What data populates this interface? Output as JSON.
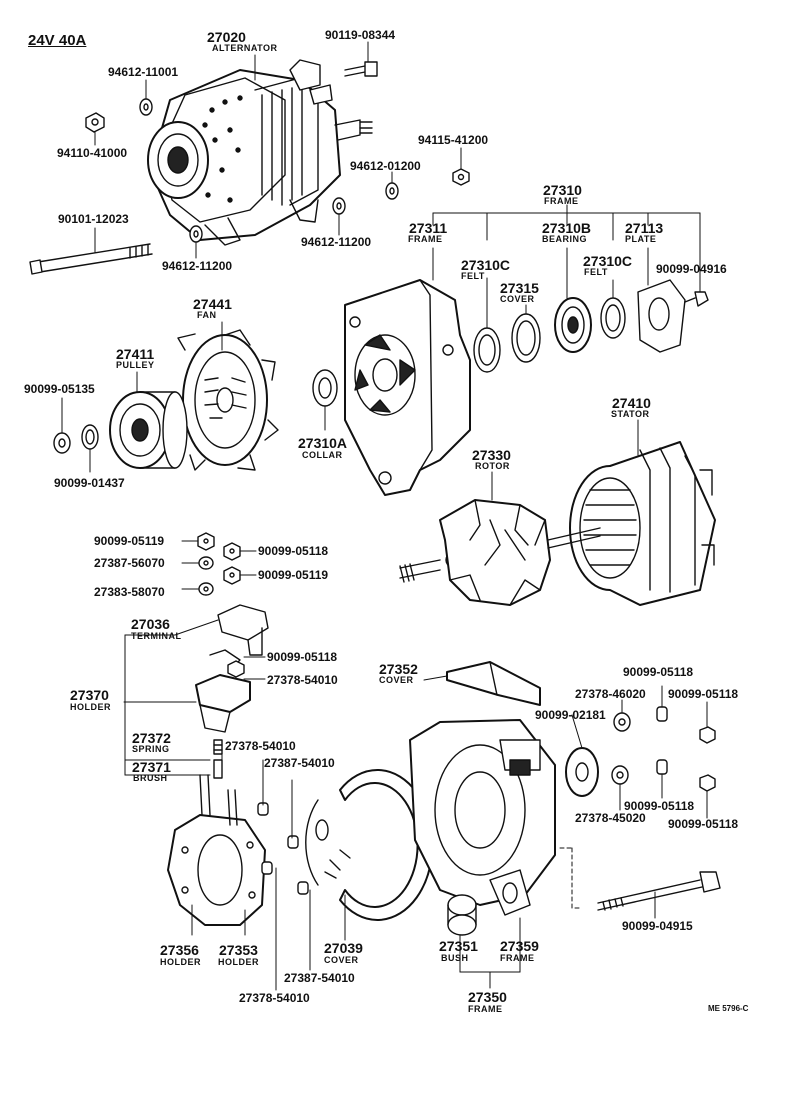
{
  "header": "24V 40A",
  "ref_code": "ME 5796-C",
  "labels": {
    "alt_no": "27020",
    "alt_nm": "ALTERNATOR",
    "p90119_08344": "90119-08344",
    "p94612_11001": "94612-11001",
    "p94110_41000": "94110-41000",
    "p94115_41200": "94115-41200",
    "p94612_01200": "94612-01200",
    "p90101_12023": "90101-12023",
    "p94612_11200a": "94612-11200",
    "p94612_11200b": "94612-11200",
    "frame_no": "27310",
    "frame_nm": "FRAME",
    "f27311_no": "27311",
    "f27311_nm": "FRAME",
    "felt_a_no": "27310C",
    "felt_a_nm": "FELT",
    "bearing_no": "27310B",
    "bearing_nm": "BEARING",
    "plate_no": "27113",
    "plate_nm": "PLATE",
    "felt_b_no": "27310C",
    "felt_b_nm": "FELT",
    "cover_no": "27315",
    "cover_nm": "COVER",
    "p90099_04916": "90099-04916",
    "fan_no": "27441",
    "fan_nm": "FAN",
    "pulley_no": "27411",
    "pulley_nm": "PULLEY",
    "p90099_05135": "90099-05135",
    "p90099_01437": "90099-01437",
    "collar_no": "27310A",
    "collar_nm": "COLLAR",
    "stator_no": "27410",
    "stator_nm": "STATOR",
    "rotor_no": "27330",
    "rotor_nm": "ROTOR",
    "p90099_05119a": "90099-05119",
    "p27387_56070": "27387-56070",
    "p90099_05118a": "90099-05118",
    "p90099_05119b": "90099-05119",
    "p27383_58070": "27383-58070",
    "term_no": "27036",
    "term_nm": "TERMINAL",
    "p90099_05118b": "90099-05118",
    "holder_no": "27370",
    "holder_nm": "HOLDER",
    "p27378_54010a": "27378-54010",
    "spring_no": "27372",
    "spring_nm": "SPRING",
    "p27378_54010b": "27378-54010",
    "brush_no": "27371",
    "brush_nm": "BRUSH",
    "p27387_54010a": "27387-54010",
    "cover2_no": "27352",
    "cover2_nm": "COVER",
    "p90099_05118c": "90099-05118",
    "p27378_46020": "27378-46020",
    "p90099_05118d": "90099-05118",
    "p90099_02181": "90099-02181",
    "p90099_05118e": "90099-05118",
    "p27378_45020": "27378-45020",
    "p90099_05118f": "90099-05118",
    "p90099_04915": "90099-04915",
    "h27356_no": "27356",
    "h27356_nm": "HOLDER",
    "h27353_no": "27353",
    "h27353_nm": "HOLDER",
    "cover3_no": "27039",
    "cover3_nm": "COVER",
    "p27387_54010b": "27387-54010",
    "p27378_54010c": "27378-54010",
    "bush_no": "27351",
    "bush_nm": "BUSH",
    "frame2_no": "27359",
    "frame2_nm": "FRAME",
    "frame3_no": "27350",
    "frame3_nm": "FRAME"
  }
}
